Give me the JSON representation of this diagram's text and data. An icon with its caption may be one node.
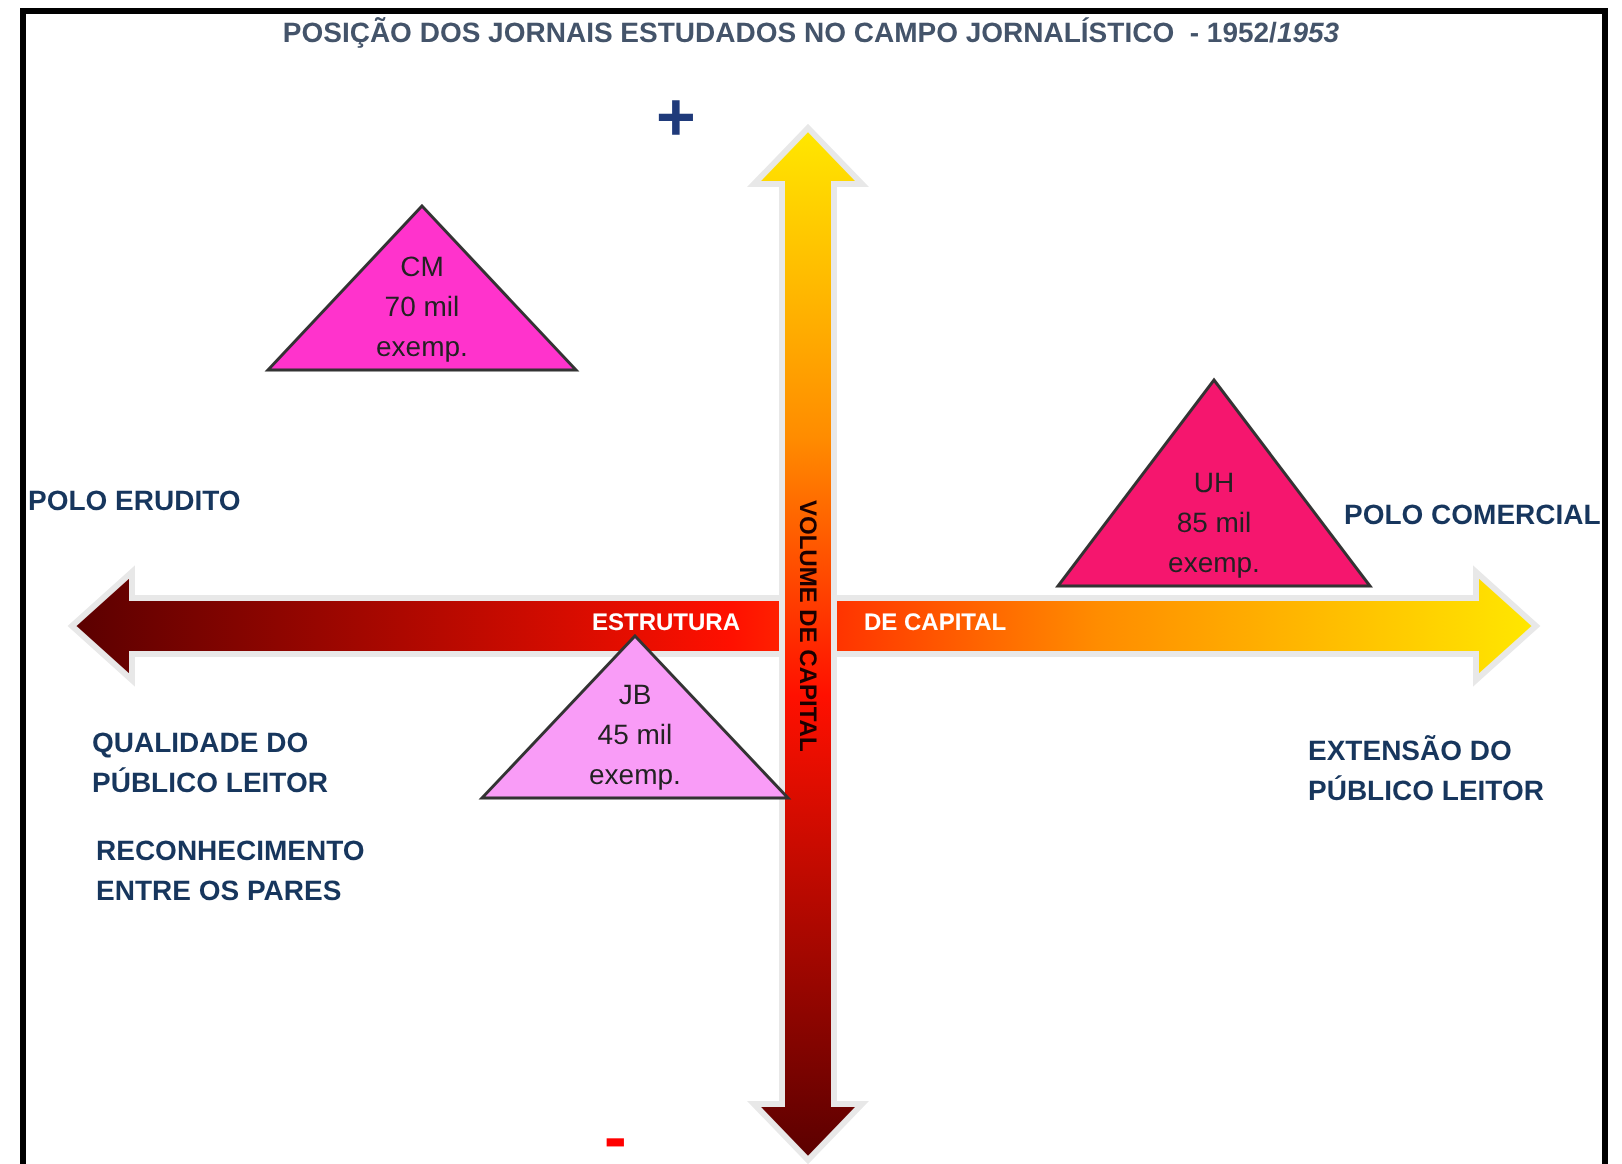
{
  "diagram": {
    "title": "POSIÇÃO DOS JORNAIS ESTUDADOS NO CAMPO JORNALÍSTICO  - 1952/*1953*",
    "nodes": [
      {
        "text": [
          "CM",
          "70 mil exemp."
        ]
      },
      {
        "text": [
          "UH",
          "85 mil exemp."
        ]
      },
      {
        "text": [
          "JB",
          "45 mil exemp."
        ]
      }
    ],
    "labels": [
      "+",
      "POLO ERUDITO",
      "POLO COMERCIAL",
      "ESTRUTURA",
      "DE CAPITAL",
      "VOLUME DE CAPITAL",
      "QUALIDADE DO PÚBLICO LEITOR",
      "EXTENSÃO DO PÚBLICO LEITOR",
      "RECONHECIMENTO ENTRE OS PARES",
      "-"
    ]
  }
}
